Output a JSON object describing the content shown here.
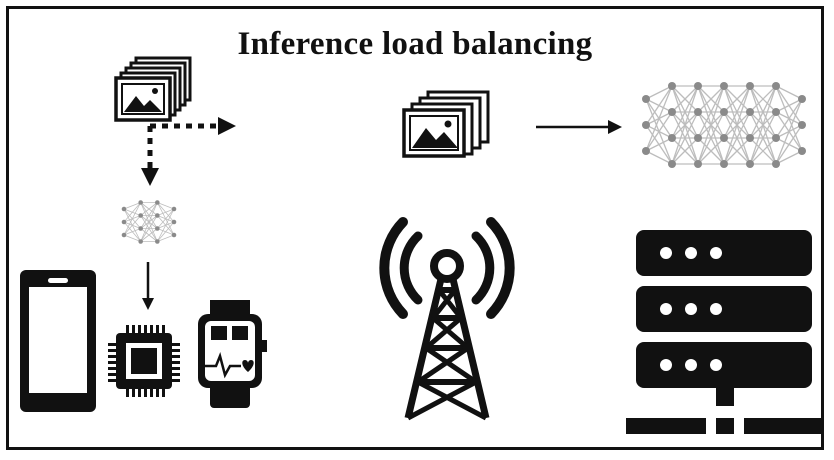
{
  "title": "Inference load balancing",
  "colors": {
    "ink": "#111111",
    "net_node": "#8a8a8a",
    "net_edge": "#bdbdbd",
    "background": "#ffffff"
  },
  "icons": [
    "image-stack-icon",
    "neural-network-icon",
    "smartphone-icon",
    "microchip-icon",
    "smartwatch-icon",
    "cell-tower-icon",
    "server-rack-icon"
  ],
  "networks": {
    "large": {
      "layers": [
        3,
        4,
        4,
        4,
        4,
        4,
        3
      ]
    },
    "small": {
      "layers": [
        3,
        4,
        4,
        3
      ]
    }
  }
}
